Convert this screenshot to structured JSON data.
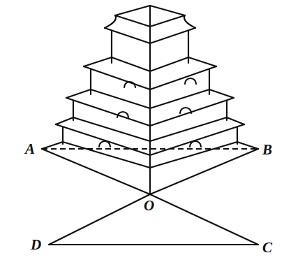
{
  "diagram": {
    "labels": [
      "A",
      "B",
      "O",
      "D",
      "C"
    ]
  }
}
